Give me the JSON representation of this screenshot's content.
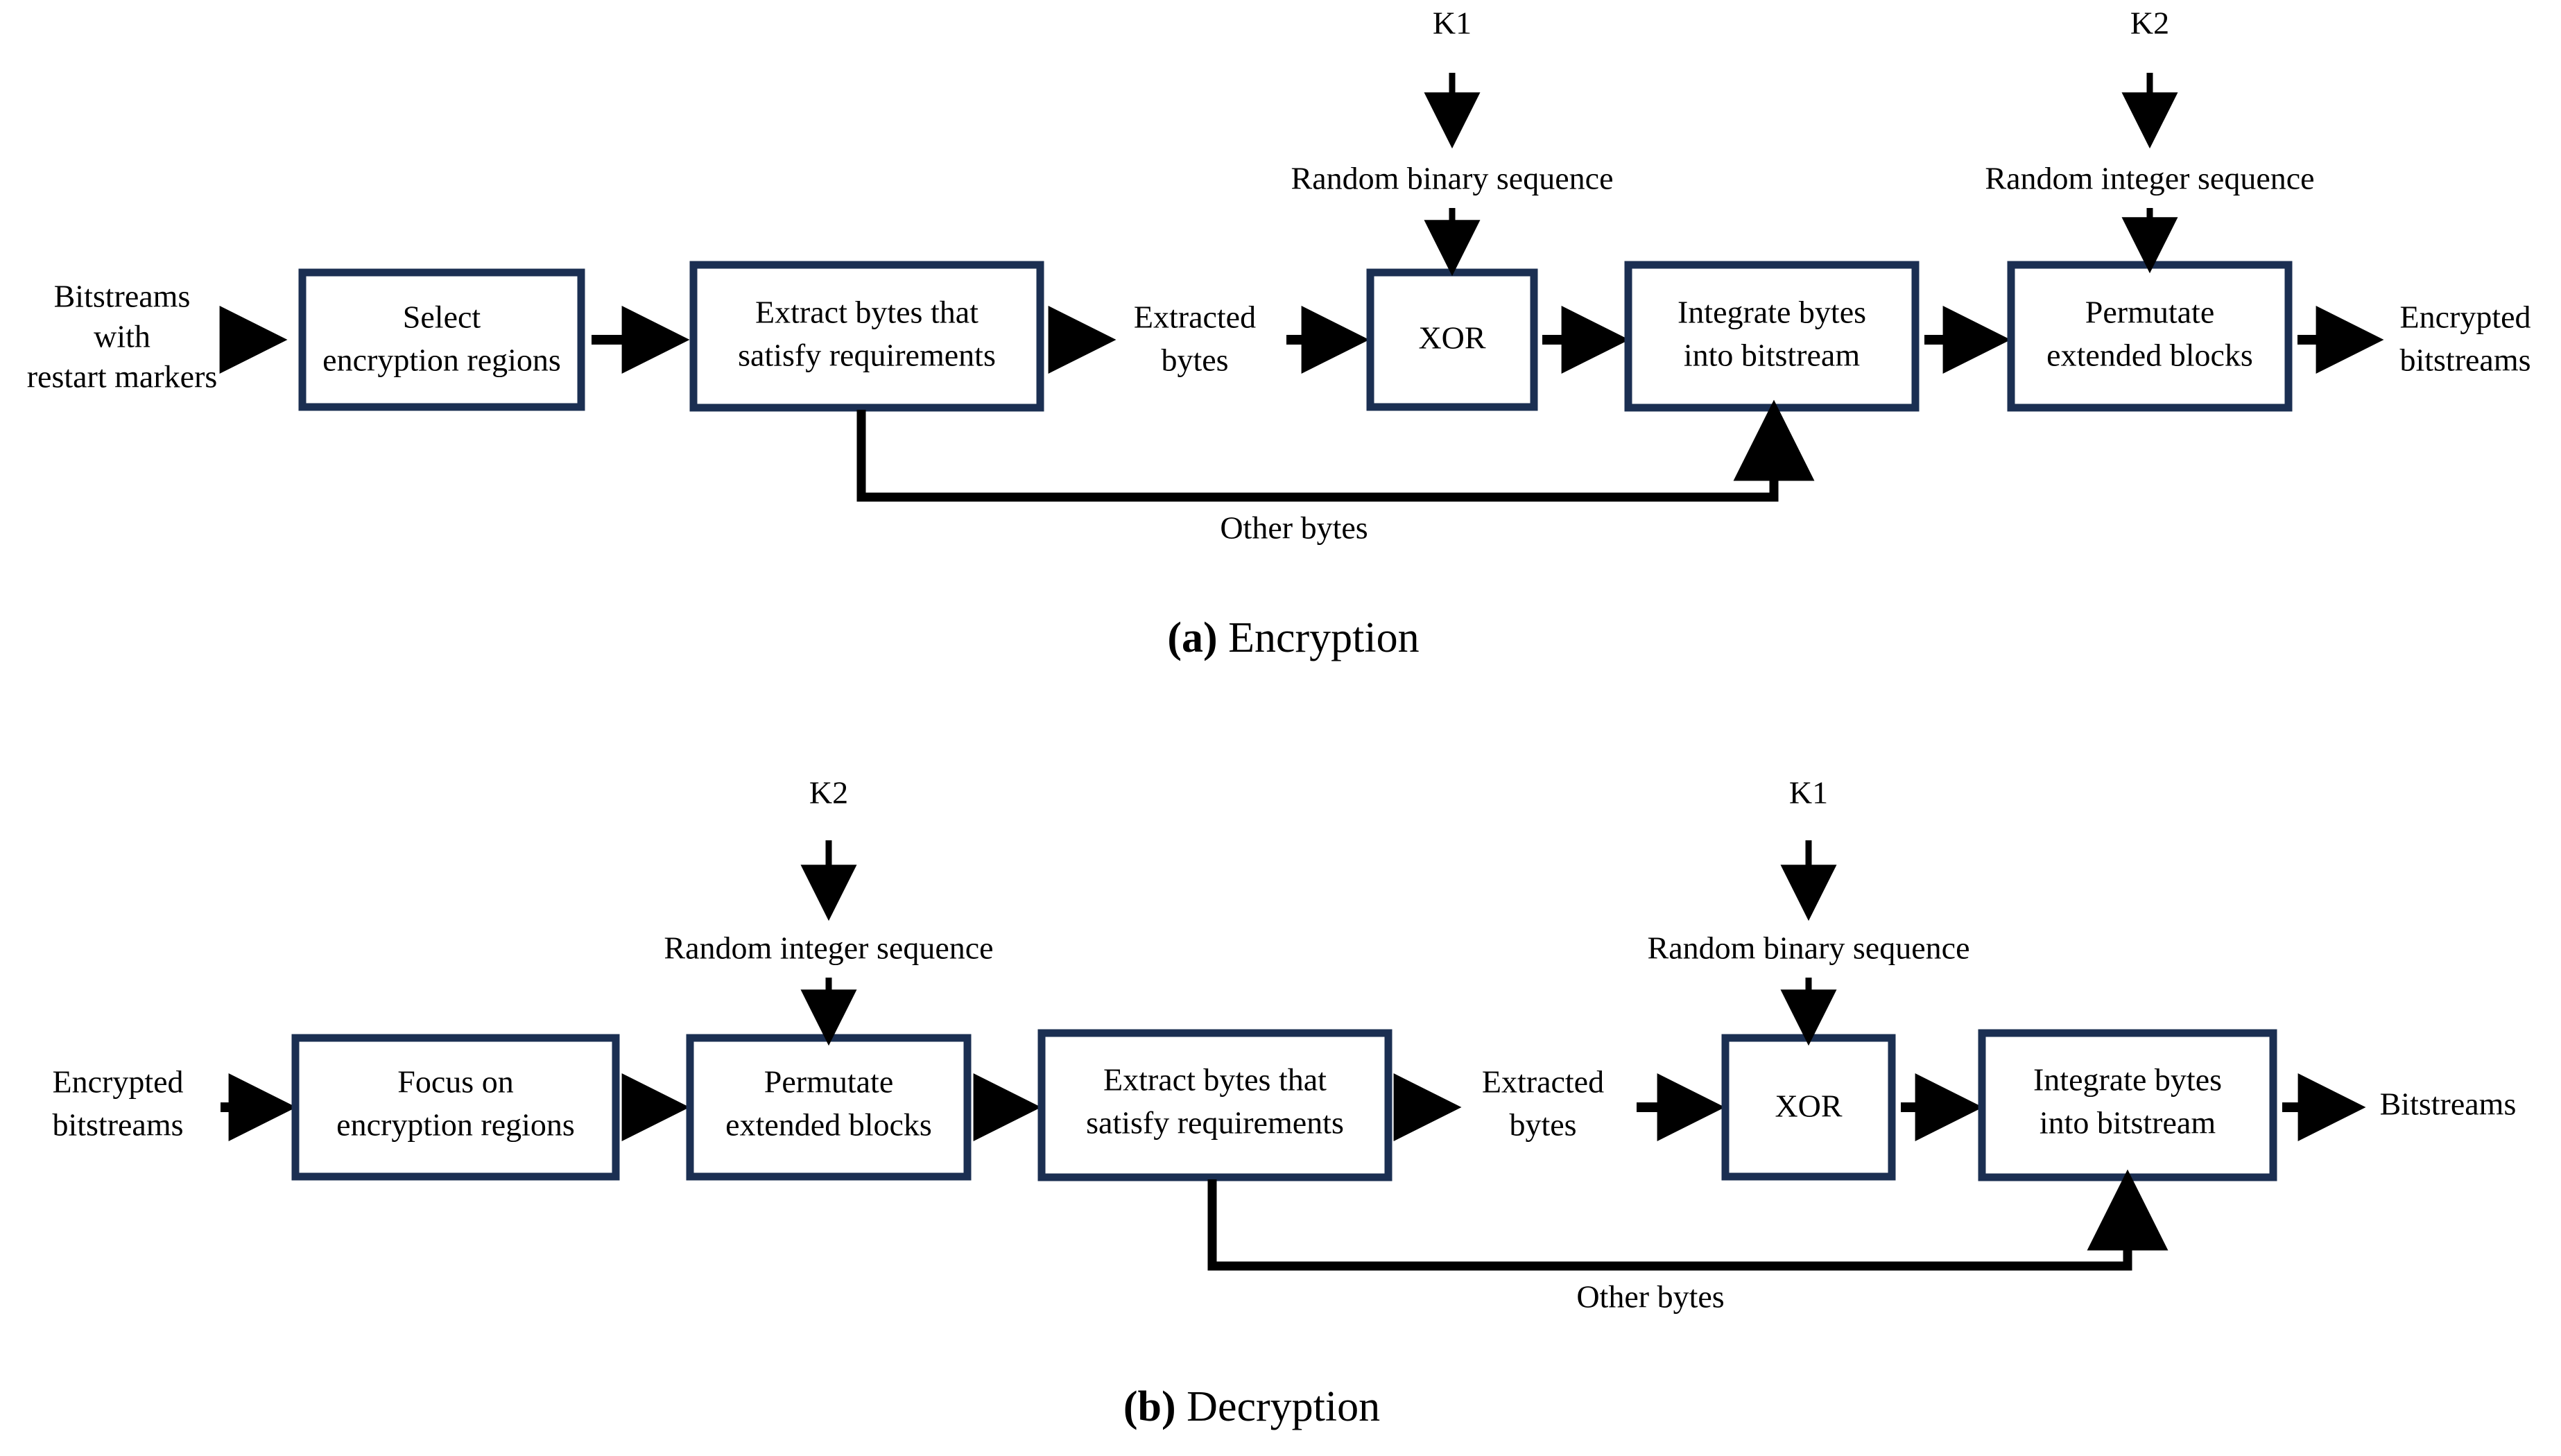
{
  "diagram": {
    "title_a": "(a) Encryption",
    "title_a_marker": "(a)",
    "title_a_label": "Encryption",
    "title_b_marker": "(b)",
    "title_b_label": "Decryption",
    "accent_color": "#1b2f52",
    "line_color": "#000000",
    "background": "#ffffff"
  },
  "encryption": {
    "caption_marker": "(a)",
    "caption_text": "Encryption",
    "input_label_line1": "Bitstreams",
    "input_label_line2": "with",
    "input_label_line3": "restart markers",
    "output_label_line1": "Encrypted",
    "output_label_line2": "bitstreams",
    "intermediate_label_line1": "Extracted",
    "intermediate_label_line2": "bytes",
    "feedback_label": "Other bytes",
    "key1": "K1",
    "key2": "K2",
    "key1_sequence": "Random binary sequence",
    "key2_sequence": "Random integer sequence",
    "boxes": [
      {
        "id": "select-encryption-regions",
        "line1": "Select",
        "line2": "encryption regions"
      },
      {
        "id": "extract-bytes",
        "line1": "Extract bytes that",
        "line2": "satisfy requirements"
      },
      {
        "id": "xor",
        "line1": "XOR",
        "line2": ""
      },
      {
        "id": "integrate-bytes",
        "line1": "Integrate bytes",
        "line2": "into bitstream"
      },
      {
        "id": "permutate-blocks",
        "line1": "Permutate",
        "line2": "extended blocks"
      }
    ]
  },
  "decryption": {
    "caption_marker": "(b)",
    "caption_text": "Decryption",
    "input_label_line1": "Encrypted",
    "input_label_line2": "bitstreams",
    "output_label_line1": "Bitstreams",
    "intermediate_label_line1": "Extracted",
    "intermediate_label_line2": "bytes",
    "feedback_label": "Other bytes",
    "key1": "K2",
    "key2": "K1",
    "key1_sequence": "Random integer sequence",
    "key2_sequence": "Random binary sequence",
    "boxes": [
      {
        "id": "focus-on-encryption-regions",
        "line1": "Focus on",
        "line2": "encryption regions"
      },
      {
        "id": "permutate-blocks",
        "line1": "Permutate",
        "line2": "extended blocks"
      },
      {
        "id": "extract-bytes",
        "line1": "Extract bytes that",
        "line2": "satisfy requirements"
      },
      {
        "id": "xor",
        "line1": "XOR",
        "line2": ""
      },
      {
        "id": "integrate-bytes",
        "line1": "Integrate bytes",
        "line2": "into bitstream"
      }
    ]
  }
}
